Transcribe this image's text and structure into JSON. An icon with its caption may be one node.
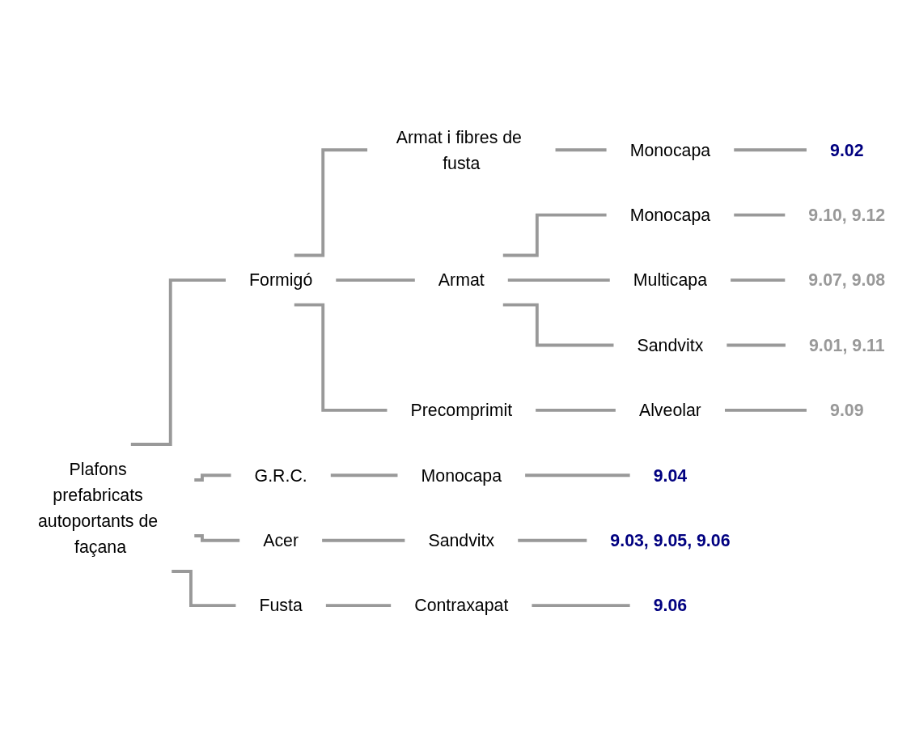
{
  "diagram": {
    "nodes": [
      {
        "text": [
          "Plafons prefabricats autoportants de façana"
        ]
      },
      {
        "text": [
          "Formigó"
        ]
      },
      {
        "text": [
          "Armat i fibres de fusta"
        ]
      },
      {
        "text": [
          "Monocapa"
        ]
      },
      {
        "text": [
          "9.02"
        ]
      },
      {
        "text": [
          "Armat"
        ]
      },
      {
        "text": [
          "Monocapa"
        ]
      },
      {
        "text": [
          "9.10, 9.12"
        ]
      },
      {
        "text": [
          "Multicapa"
        ]
      },
      {
        "text": [
          "9.07, 9.08"
        ]
      },
      {
        "text": [
          "Sandvitx"
        ]
      },
      {
        "text": [
          "9.01, 9.11"
        ]
      },
      {
        "text": [
          "Precomprimit"
        ]
      },
      {
        "text": [
          "Alveolar"
        ]
      },
      {
        "text": [
          "9.09"
        ]
      },
      {
        "text": [
          "G.R.C."
        ]
      },
      {
        "text": [
          "Monocapa"
        ]
      },
      {
        "text": [
          "9.04"
        ]
      },
      {
        "text": [
          "Acer"
        ]
      },
      {
        "text": [
          "Sandvitx"
        ]
      },
      {
        "text": [
          "9.03, 9.05, 9.06"
        ]
      },
      {
        "text": [
          "Fusta"
        ]
      },
      {
        "text": [
          "Contraxapat"
        ]
      },
      {
        "text": [
          "9.06"
        ]
      }
    ],
    "edges": [
      {
        "from": 0,
        "to": 1,
        "arrow": "none"
      },
      {
        "from": 1,
        "to": 2,
        "arrow": "none"
      },
      {
        "from": 2,
        "to": 3,
        "arrow": "none"
      },
      {
        "from": 3,
        "to": 4,
        "arrow": "none"
      },
      {
        "from": 1,
        "to": 5,
        "arrow": "none"
      },
      {
        "from": 5,
        "to": 6,
        "arrow": "none"
      },
      {
        "from": 6,
        "to": 7,
        "arrow": "none"
      },
      {
        "from": 5,
        "to": 8,
        "arrow": "none"
      },
      {
        "from": 8,
        "to": 9,
        "arrow": "none"
      },
      {
        "from": 5,
        "to": 10,
        "arrow": "none"
      },
      {
        "from": 10,
        "to": 11,
        "arrow": "none"
      },
      {
        "from": 1,
        "to": 12,
        "arrow": "none"
      },
      {
        "from": 12,
        "to": 13,
        "arrow": "none"
      },
      {
        "from": 13,
        "to": 14,
        "arrow": "none"
      },
      {
        "from": 0,
        "to": 15,
        "arrow": "none"
      },
      {
        "from": 15,
        "to": 16,
        "arrow": "none"
      },
      {
        "from": 16,
        "to": 17,
        "arrow": "none"
      },
      {
        "from": 0,
        "to": 18,
        "arrow": "none"
      },
      {
        "from": 18,
        "to": 19,
        "arrow": "none"
      },
      {
        "from": 19,
        "to": 20,
        "arrow": "none"
      },
      {
        "from": 0,
        "to": 21,
        "arrow": "none"
      },
      {
        "from": 21,
        "to": 22,
        "arrow": "none"
      },
      {
        "from": 22,
        "to": 23,
        "arrow": "none"
      }
    ]
  }
}
